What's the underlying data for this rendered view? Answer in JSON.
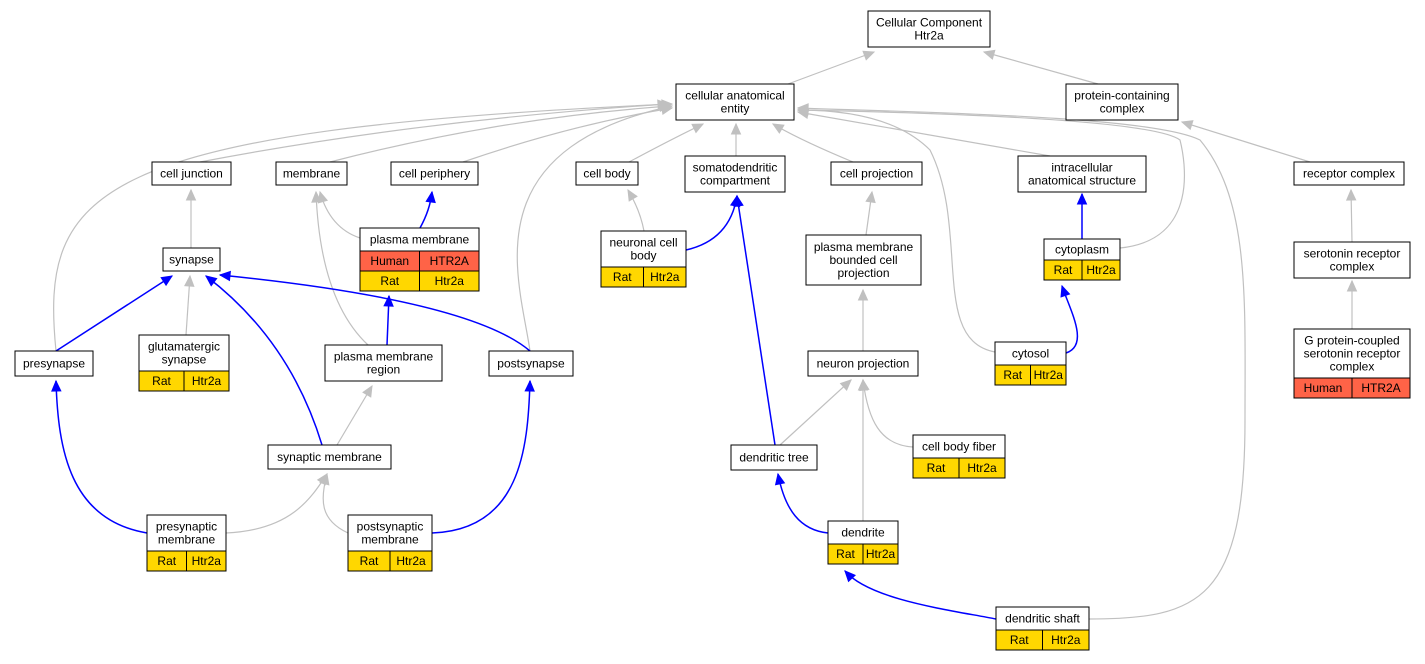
{
  "colors": {
    "rat": "#ffd700",
    "human": "#ff6347",
    "is_a_edge": "#c0c0c0",
    "part_of_edge": "#0000ff"
  },
  "nodes": [
    {
      "id": "root",
      "lines": [
        "Cellular Component",
        "Htr2a"
      ],
      "annotations": []
    },
    {
      "id": "cae",
      "lines": [
        "cellular anatomical",
        "entity"
      ],
      "annotations": []
    },
    {
      "id": "pcc",
      "lines": [
        "protein-containing",
        "complex"
      ],
      "annotations": []
    },
    {
      "id": "cj",
      "lines": [
        "cell junction"
      ],
      "annotations": []
    },
    {
      "id": "mem",
      "lines": [
        "membrane"
      ],
      "annotations": []
    },
    {
      "id": "cp",
      "lines": [
        "cell periphery"
      ],
      "annotations": []
    },
    {
      "id": "cb",
      "lines": [
        "cell body"
      ],
      "annotations": []
    },
    {
      "id": "sdc",
      "lines": [
        "somatodendritic",
        "compartment"
      ],
      "annotations": []
    },
    {
      "id": "cproj",
      "lines": [
        "cell projection"
      ],
      "annotations": []
    },
    {
      "id": "ias",
      "lines": [
        "intracellular",
        "anatomical structure"
      ],
      "annotations": []
    },
    {
      "id": "rc",
      "lines": [
        "receptor complex"
      ],
      "annotations": []
    },
    {
      "id": "syn",
      "lines": [
        "synapse"
      ],
      "annotations": []
    },
    {
      "id": "pm",
      "lines": [
        "plasma membrane"
      ],
      "annotations": [
        [
          "Human",
          "HTR2A"
        ],
        [
          "Rat",
          "Htr2a"
        ]
      ]
    },
    {
      "id": "ncb",
      "lines": [
        "neuronal cell",
        "body"
      ],
      "annotations": [
        [
          "Rat",
          "Htr2a"
        ]
      ]
    },
    {
      "id": "pmbcp",
      "lines": [
        "plasma membrane",
        "bounded cell",
        "projection"
      ],
      "annotations": []
    },
    {
      "id": "cyto",
      "lines": [
        "cytoplasm"
      ],
      "annotations": [
        [
          "Rat",
          "Htr2a"
        ]
      ]
    },
    {
      "id": "src",
      "lines": [
        "serotonin receptor",
        "complex"
      ],
      "annotations": []
    },
    {
      "id": "presyn",
      "lines": [
        "presynapse"
      ],
      "annotations": []
    },
    {
      "id": "gsyn",
      "lines": [
        "glutamatergic",
        "synapse"
      ],
      "annotations": [
        [
          "Rat",
          "Htr2a"
        ]
      ]
    },
    {
      "id": "pmr",
      "lines": [
        "plasma membrane",
        "region"
      ],
      "annotations": []
    },
    {
      "id": "postsyn",
      "lines": [
        "postsynapse"
      ],
      "annotations": []
    },
    {
      "id": "np",
      "lines": [
        "neuron projection"
      ],
      "annotations": []
    },
    {
      "id": "cytosol",
      "lines": [
        "cytosol"
      ],
      "annotations": [
        [
          "Rat",
          "Htr2a"
        ]
      ]
    },
    {
      "id": "gpcsrc",
      "lines": [
        "G protein-coupled",
        "serotonin receptor",
        "complex"
      ],
      "annotations": [
        [
          "Human",
          "HTR2A"
        ]
      ]
    },
    {
      "id": "sm",
      "lines": [
        "synaptic membrane"
      ],
      "annotations": []
    },
    {
      "id": "dt",
      "lines": [
        "dendritic tree"
      ],
      "annotations": []
    },
    {
      "id": "cbf",
      "lines": [
        "cell body fiber"
      ],
      "annotations": [
        [
          "Rat",
          "Htr2a"
        ]
      ]
    },
    {
      "id": "presm",
      "lines": [
        "presynaptic",
        "membrane"
      ],
      "annotations": [
        [
          "Rat",
          "Htr2a"
        ]
      ]
    },
    {
      "id": "postsm",
      "lines": [
        "postsynaptic",
        "membrane"
      ],
      "annotations": [
        [
          "Rat",
          "Htr2a"
        ]
      ]
    },
    {
      "id": "den",
      "lines": [
        "dendrite"
      ],
      "annotations": [
        [
          "Rat",
          "Htr2a"
        ]
      ]
    },
    {
      "id": "ds",
      "lines": [
        "dendritic shaft"
      ],
      "annotations": [
        [
          "Rat",
          "Htr2a"
        ]
      ]
    }
  ],
  "edges": [
    {
      "from": "cae",
      "to": "root",
      "type": "is_a"
    },
    {
      "from": "pcc",
      "to": "root",
      "type": "is_a"
    },
    {
      "from": "cj",
      "to": "cae",
      "type": "is_a"
    },
    {
      "from": "mem",
      "to": "cae",
      "type": "is_a"
    },
    {
      "from": "cp",
      "to": "cae",
      "type": "is_a"
    },
    {
      "from": "cb",
      "to": "cae",
      "type": "is_a"
    },
    {
      "from": "sdc",
      "to": "cae",
      "type": "is_a"
    },
    {
      "from": "cproj",
      "to": "cae",
      "type": "is_a"
    },
    {
      "from": "ias",
      "to": "cae",
      "type": "is_a"
    },
    {
      "from": "presyn",
      "to": "cae",
      "type": "is_a"
    },
    {
      "from": "postsyn",
      "to": "cae",
      "type": "is_a"
    },
    {
      "from": "cytosol",
      "to": "cae",
      "type": "is_a"
    },
    {
      "from": "ds",
      "to": "cae",
      "type": "is_a"
    },
    {
      "from": "cyto",
      "to": "cae",
      "type": "is_a"
    },
    {
      "from": "rc",
      "to": "pcc",
      "type": "is_a"
    },
    {
      "from": "syn",
      "to": "cj",
      "type": "is_a"
    },
    {
      "from": "pm",
      "to": "mem",
      "type": "is_a"
    },
    {
      "from": "pmr",
      "to": "mem",
      "type": "is_a"
    },
    {
      "from": "pm",
      "to": "cp",
      "type": "part_of"
    },
    {
      "from": "ncb",
      "to": "cb",
      "type": "is_a"
    },
    {
      "from": "ncb",
      "to": "sdc",
      "type": "part_of"
    },
    {
      "from": "dt",
      "to": "sdc",
      "type": "part_of"
    },
    {
      "from": "pmbcp",
      "to": "cproj",
      "type": "is_a"
    },
    {
      "from": "cyto",
      "to": "ias",
      "type": "part_of"
    },
    {
      "from": "src",
      "to": "rc",
      "type": "is_a"
    },
    {
      "from": "gsyn",
      "to": "syn",
      "type": "is_a"
    },
    {
      "from": "presyn",
      "to": "syn",
      "type": "part_of"
    },
    {
      "from": "sm",
      "to": "syn",
      "type": "part_of"
    },
    {
      "from": "postsyn",
      "to": "syn",
      "type": "part_of"
    },
    {
      "from": "pmr",
      "to": "pm",
      "type": "part_of"
    },
    {
      "from": "np",
      "to": "pmbcp",
      "type": "is_a"
    },
    {
      "from": "cytosol",
      "to": "cyto",
      "type": "part_of"
    },
    {
      "from": "gpcsrc",
      "to": "src",
      "type": "is_a"
    },
    {
      "from": "presm",
      "to": "presyn",
      "type": "part_of"
    },
    {
      "from": "sm",
      "to": "pmr",
      "type": "is_a"
    },
    {
      "from": "postsm",
      "to": "postsyn",
      "type": "part_of"
    },
    {
      "from": "dt",
      "to": "np",
      "type": "is_a"
    },
    {
      "from": "cbf",
      "to": "np",
      "type": "is_a"
    },
    {
      "from": "den",
      "to": "np",
      "type": "is_a"
    },
    {
      "from": "presm",
      "to": "sm",
      "type": "is_a"
    },
    {
      "from": "postsm",
      "to": "sm",
      "type": "is_a"
    },
    {
      "from": "den",
      "to": "dt",
      "type": "part_of"
    },
    {
      "from": "ds",
      "to": "den",
      "type": "part_of"
    }
  ]
}
